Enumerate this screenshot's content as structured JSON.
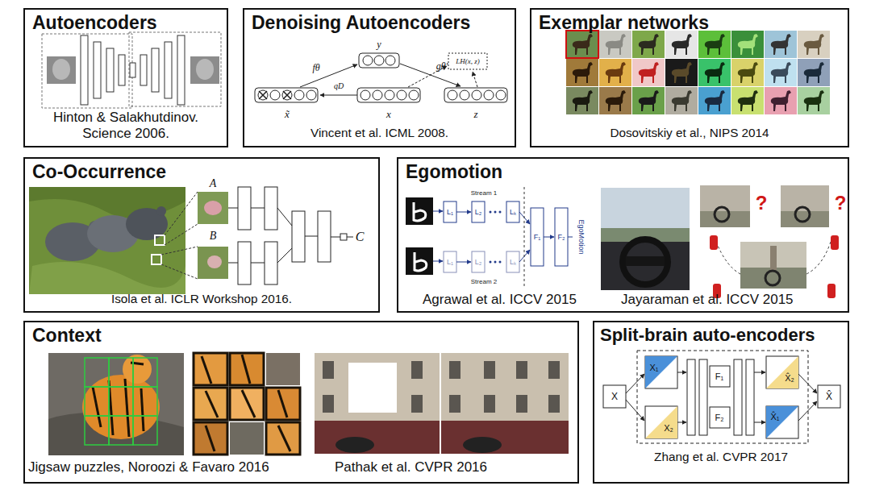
{
  "diagram": {
    "nodes": [
      {
        "text": [
          "Autoencoders",
          "Hinton & Salakhutdinov. Science 2006."
        ]
      },
      {
        "text": [
          "Denoising Autoencoders",
          "Vincent et al. ICML 2008."
        ]
      },
      {
        "text": [
          "Exemplar networks",
          "Dosovitskiy et al., NIPS 2014"
        ]
      },
      {
        "text": [
          "Co-Occurrence",
          "Isola et al. ICLR Workshop 2016."
        ]
      },
      {
        "text": [
          "Egomotion",
          "Agrawal et al. ICCV 2015",
          "Jayaraman et al. ICCV 2015"
        ]
      },
      {
        "text": [
          "Context",
          "Jigsaw puzzles, Noroozi & Favaro 2016",
          "Pathak et al. CVPR 2016"
        ]
      },
      {
        "text": [
          "Split-brain auto-encoders",
          "Zhang et al. CVPR 2017"
        ]
      }
    ],
    "labels": [
      "y",
      "fθ",
      "gθ'",
      "LH(x, z)",
      "qD",
      "x̃",
      "x",
      "z",
      "A",
      "B",
      "C",
      "Stream 1",
      "Stream 2",
      "L₁",
      "L₂",
      "Lₖ",
      "L₁",
      "L₂",
      "Lₖ",
      "F₁",
      "F₂",
      "EgoMotion",
      "?",
      "?",
      "X",
      "X₁",
      "X₂",
      "F₁",
      "F₂",
      "X̂₂",
      "X̂₁",
      "X̂"
    ]
  }
}
